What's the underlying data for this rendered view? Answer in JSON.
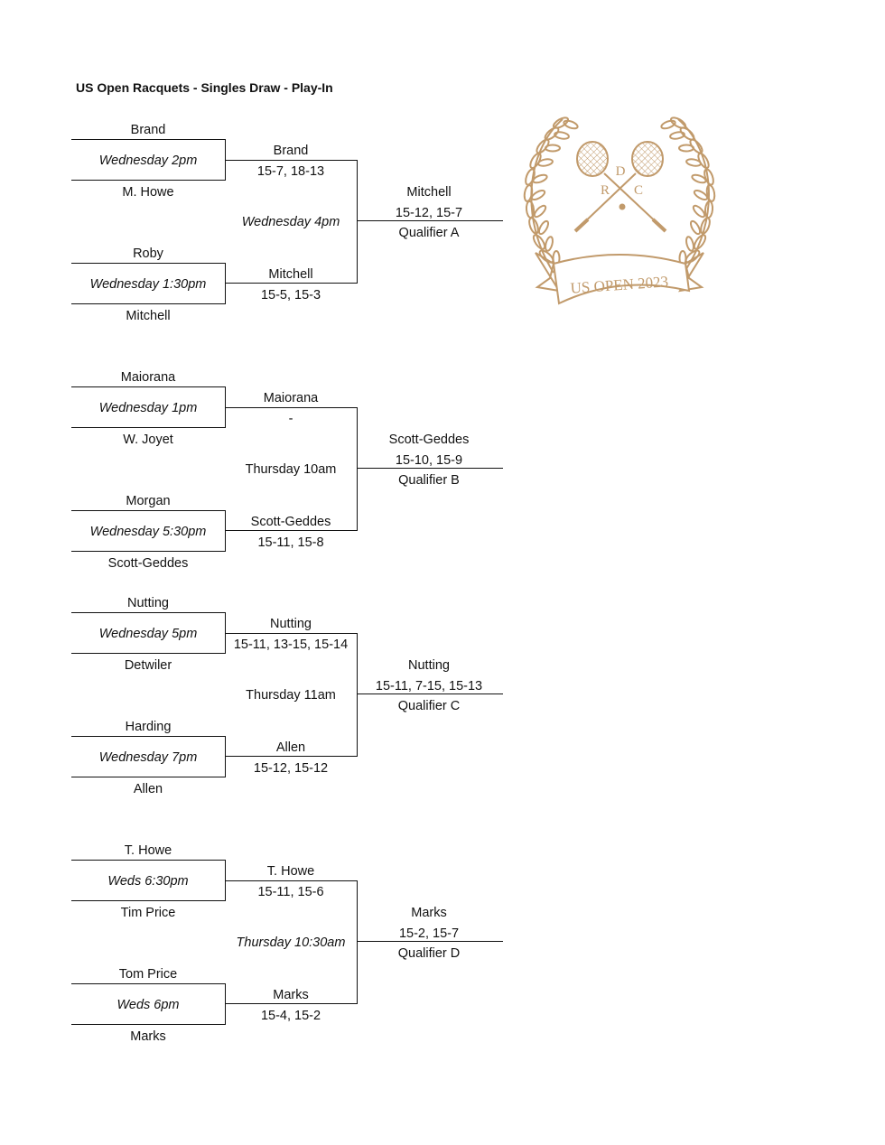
{
  "title": "US Open Racquets - Singles Draw - Play-In",
  "logo": {
    "letters": [
      "D",
      "R",
      "C"
    ],
    "banner_text": "US OPEN 2023",
    "color": "#C19A6B"
  },
  "sections": [
    {
      "match1": {
        "top": "Brand",
        "time": "Wednesday 2pm",
        "time_italic": true,
        "bottom": "M. Howe"
      },
      "match2": {
        "top": "Roby",
        "time": "Wednesday 1:30pm",
        "time_italic": true,
        "bottom": "Mitchell"
      },
      "semi1": {
        "winner": "Brand",
        "score": "15-7, 18-13"
      },
      "semi2": {
        "winner": "Mitchell",
        "score": "15-5, 15-3"
      },
      "final": {
        "time": "Wednesday 4pm",
        "time_italic": true,
        "winner": "Mitchell",
        "score": "15-12, 15-7",
        "qualifier": "Qualifier A"
      }
    },
    {
      "match1": {
        "top": "Maiorana",
        "time": "Wednesday 1pm",
        "time_italic": true,
        "bottom": "W. Joyet"
      },
      "match2": {
        "top": "Morgan",
        "time": "Wednesday 5:30pm",
        "time_italic": true,
        "bottom": "Scott-Geddes"
      },
      "semi1": {
        "winner": "Maiorana",
        "score": "-"
      },
      "semi2": {
        "winner": "Scott-Geddes",
        "score": "15-11, 15-8"
      },
      "final": {
        "time": "Thursday 10am",
        "time_italic": false,
        "winner": "Scott-Geddes",
        "score": "15-10, 15-9",
        "qualifier": "Qualifier B"
      }
    },
    {
      "match1": {
        "top": "Nutting",
        "time": "Wednesday 5pm",
        "time_italic": true,
        "bottom": "Detwiler"
      },
      "match2": {
        "top": "Harding",
        "time": "Wednesday 7pm",
        "time_italic": true,
        "bottom": "Allen"
      },
      "semi1": {
        "winner": "Nutting",
        "score": "15-11, 13-15, 15-14"
      },
      "semi2": {
        "winner": "Allen",
        "score": "15-12, 15-12"
      },
      "final": {
        "time": "Thursday 11am",
        "time_italic": false,
        "winner": "Nutting",
        "score": "15-11, 7-15, 15-13",
        "qualifier": "Qualifier C"
      }
    },
    {
      "match1": {
        "top": "T. Howe",
        "time": "Weds 6:30pm",
        "time_italic": true,
        "bottom": "Tim Price"
      },
      "match2": {
        "top": "Tom Price",
        "time": "Weds 6pm",
        "time_italic": true,
        "bottom": "Marks"
      },
      "semi1": {
        "winner": "T. Howe",
        "score": "15-11, 15-6"
      },
      "semi2": {
        "winner": "Marks",
        "score": "15-4, 15-2"
      },
      "final": {
        "time": "Thursday 10:30am",
        "time_italic": true,
        "winner": "Marks",
        "score": "15-2, 15-7",
        "qualifier": "Qualifier D"
      }
    }
  ]
}
